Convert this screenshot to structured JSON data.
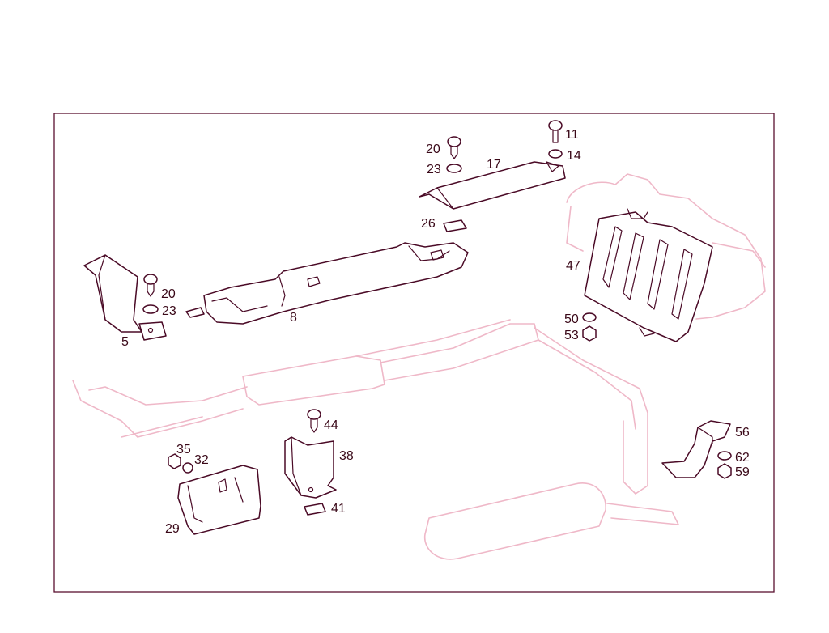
{
  "colors": {
    "ink": "#4a0a26",
    "frame": "#5a1030",
    "ghost": "#efb8c8",
    "background": "#ffffff"
  },
  "callouts": {
    "c5": "5",
    "c8": "8",
    "c11": "11",
    "c14": "14",
    "c17": "17",
    "c20a": "20",
    "c23a": "23",
    "c20b": "20",
    "c23b": "23",
    "c26": "26",
    "c29": "29",
    "c32": "32",
    "c35": "35",
    "c38": "38",
    "c41": "41",
    "c44": "44",
    "c47": "47",
    "c50": "50",
    "c53": "53",
    "c56": "56",
    "c59": "59",
    "c62": "62"
  }
}
